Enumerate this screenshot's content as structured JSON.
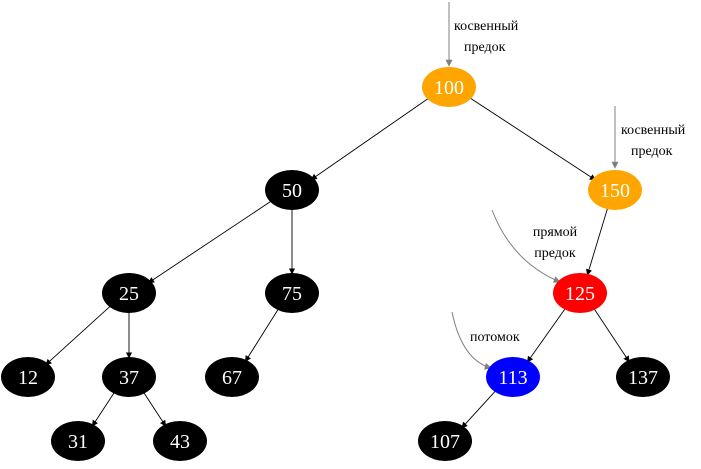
{
  "nodes": [
    {
      "id": "n100",
      "label": "100",
      "color": "#ffa500"
    },
    {
      "id": "n50",
      "label": "50",
      "color": "#000000"
    },
    {
      "id": "n150",
      "label": "150",
      "color": "#ffa500"
    },
    {
      "id": "n25",
      "label": "25",
      "color": "#000000"
    },
    {
      "id": "n75",
      "label": "75",
      "color": "#000000"
    },
    {
      "id": "n125",
      "label": "125",
      "color": "#ff0000"
    },
    {
      "id": "n12",
      "label": "12",
      "color": "#000000"
    },
    {
      "id": "n37",
      "label": "37",
      "color": "#000000"
    },
    {
      "id": "n67",
      "label": "67",
      "color": "#000000"
    },
    {
      "id": "n113",
      "label": "113",
      "color": "#0000ff"
    },
    {
      "id": "n137",
      "label": "137",
      "color": "#000000"
    },
    {
      "id": "n31",
      "label": "31",
      "color": "#000000"
    },
    {
      "id": "n43",
      "label": "43",
      "color": "#000000"
    },
    {
      "id": "n107",
      "label": "107",
      "color": "#000000"
    }
  ],
  "edges": [
    [
      "n100",
      "n50"
    ],
    [
      "n100",
      "n150"
    ],
    [
      "n50",
      "n25"
    ],
    [
      "n50",
      "n75"
    ],
    [
      "n150",
      "n125"
    ],
    [
      "n25",
      "n12"
    ],
    [
      "n25",
      "n37"
    ],
    [
      "n75",
      "n67"
    ],
    [
      "n125",
      "n113"
    ],
    [
      "n125",
      "n137"
    ],
    [
      "n37",
      "n31"
    ],
    [
      "n37",
      "n43"
    ],
    [
      "n113",
      "n107"
    ]
  ],
  "annotations": [
    {
      "id": "ann-100",
      "target": "n100",
      "lines": [
        "косвенный",
        "предок"
      ]
    },
    {
      "id": "ann-150",
      "target": "n150",
      "lines": [
        "косвенный",
        "предок"
      ]
    },
    {
      "id": "ann-125",
      "target": "n125",
      "lines": [
        "прямой",
        "предок"
      ]
    },
    {
      "id": "ann-113",
      "target": "n113",
      "lines": [
        "потомок"
      ]
    }
  ],
  "colors": {
    "edge": "#000000",
    "annotation_arrow": "#808080"
  }
}
